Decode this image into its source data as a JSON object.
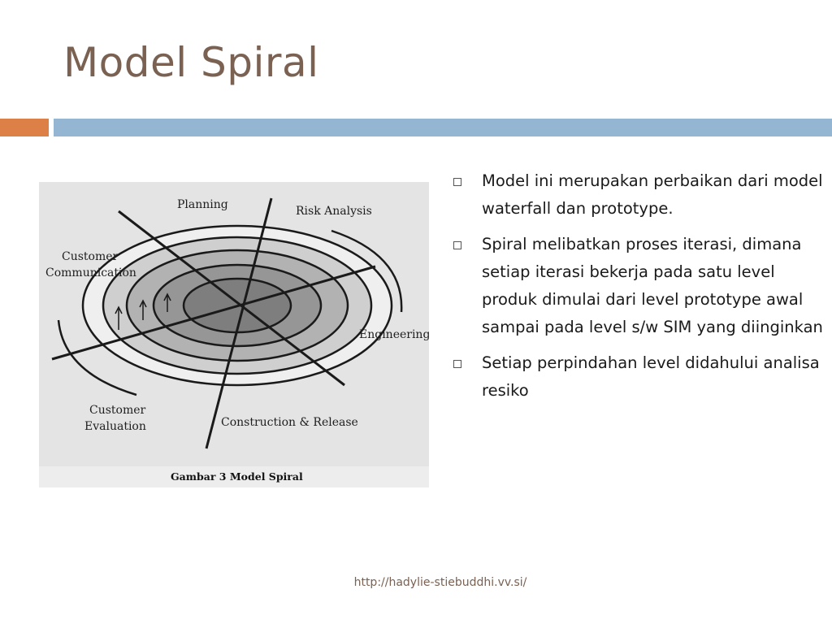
{
  "slide": {
    "title": "Model Spiral",
    "accent_colors": {
      "title": "#7a6152",
      "orange_bar": "#dd8047",
      "blue_bar": "#94b6d2"
    }
  },
  "figure": {
    "labels": {
      "planning": "Planning",
      "risk_analysis": "Risk Analysis",
      "customer_communication_line1": "Customer",
      "customer_communication_line2": "Communication",
      "engineering": "Engineering",
      "customer_evaluation_line1": "Customer",
      "customer_evaluation_line2": "Evaluation",
      "construction_release": "Construction & Release"
    },
    "caption": "Gambar 3 Model Spiral"
  },
  "bullets": [
    {
      "text": "Model ini merupakan perbaikan dari model waterfall dan prototype."
    },
    {
      "text": "Spiral melibatkan proses iterasi, dimana setiap iterasi bekerja pada satu level produk dimulai dari level prototype awal sampai pada level s/w SIM yang diinginkan"
    },
    {
      "text": "Setiap perpindahan level didahului analisa resiko"
    }
  ],
  "footer": {
    "url": "http://hadylie-stiebuddhi.vv.si/"
  }
}
